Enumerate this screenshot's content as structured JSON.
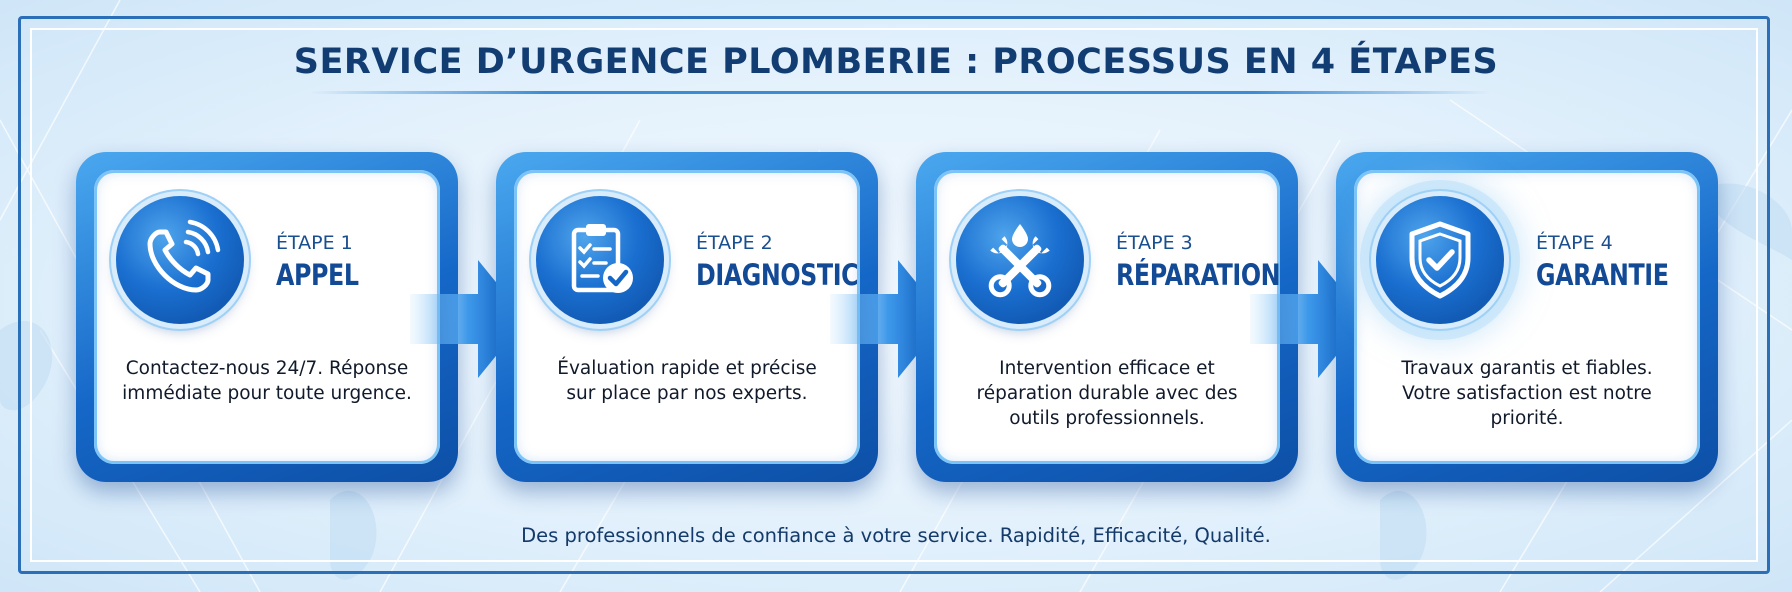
{
  "title": "SERVICE D’URGENCE PLOMBERIE : PROCESSUS EN 4 ÉTAPES",
  "steps": [
    {
      "label": "ÉTAPE 1",
      "name": "APPEL",
      "description": "Contactez-nous 24/7. Réponse immédiate pour toute urgence.",
      "icon": "phone-icon"
    },
    {
      "label": "ÉTAPE 2",
      "name": "DIAGNOSTIC",
      "description": "Évaluation rapide et précise sur place par nos experts.",
      "icon": "clipboard-check-icon"
    },
    {
      "label": "ÉTAPE 3",
      "name": "RÉPARATION",
      "description": "Intervention efficace et réparation durable avec des outils professionnels.",
      "icon": "wrenches-icon"
    },
    {
      "label": "ÉTAPE 4",
      "name": "GARANTIE",
      "description": "Travaux garantis et fiables. Votre satisfaction est notre priorité.",
      "icon": "shield-check-icon"
    }
  ],
  "footer": "Des professionnels de confiance à votre service. Rapidité, Efficacité, Qualité.",
  "colors": {
    "primary_blue": "#1567c7",
    "dark_blue": "#123d73",
    "light_blue": "#4aa8ef"
  }
}
